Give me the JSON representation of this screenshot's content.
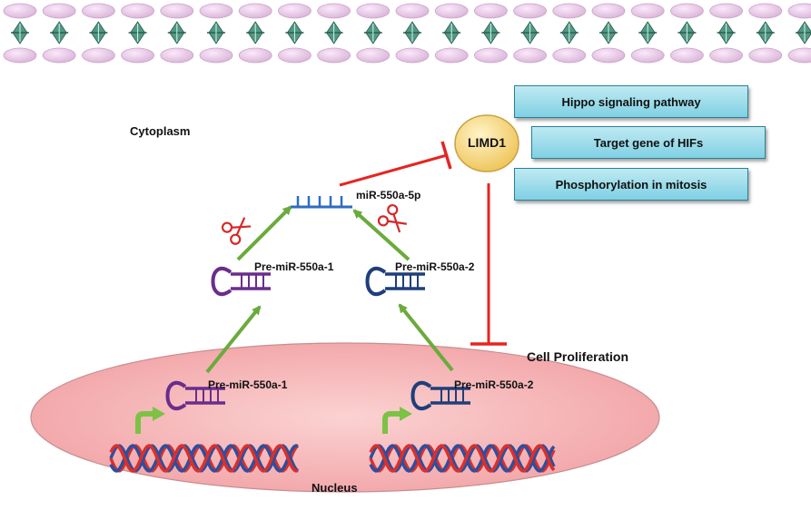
{
  "regions": {
    "cytoplasm": "Cytoplasm",
    "nucleus": "Nucleus"
  },
  "nodes": {
    "mirna_mature": "miR-550a-5p",
    "pre1_cyto": "Pre-miR-550a-1",
    "pre2_cyto": "Pre-miR-550a-2",
    "pre1_nuc": "Pre-miR-550a-1",
    "pre2_nuc": "Pre-miR-550a-2",
    "target": "LIMD1",
    "outcome": "Cell Proliferation"
  },
  "functions": [
    "Hippo signaling pathway",
    "Target gene of HIFs",
    "Phosphorylation  in mitosis"
  ],
  "colors": {
    "arrow_activation": "#6aab3c",
    "inhibition": "#e52521",
    "hairpin_1": "#6b2d8c",
    "hairpin_2": "#1f3f7a",
    "mirna": "#2e6bc4",
    "nucleus_fill": "#f7b8b8",
    "membrane_lipid": "#e8c6e6",
    "membrane_protein": "#4f9a84",
    "dna_red": "#d9302c",
    "dna_blue": "#2c4fa0",
    "limd1_fill": "#f5d77a",
    "box_fill": "#9fdcea"
  },
  "icons": [
    "scissors-icon",
    "scissors-icon",
    "transcription-start-arrow-icon",
    "dna-helix-icon",
    "membrane-icon"
  ]
}
